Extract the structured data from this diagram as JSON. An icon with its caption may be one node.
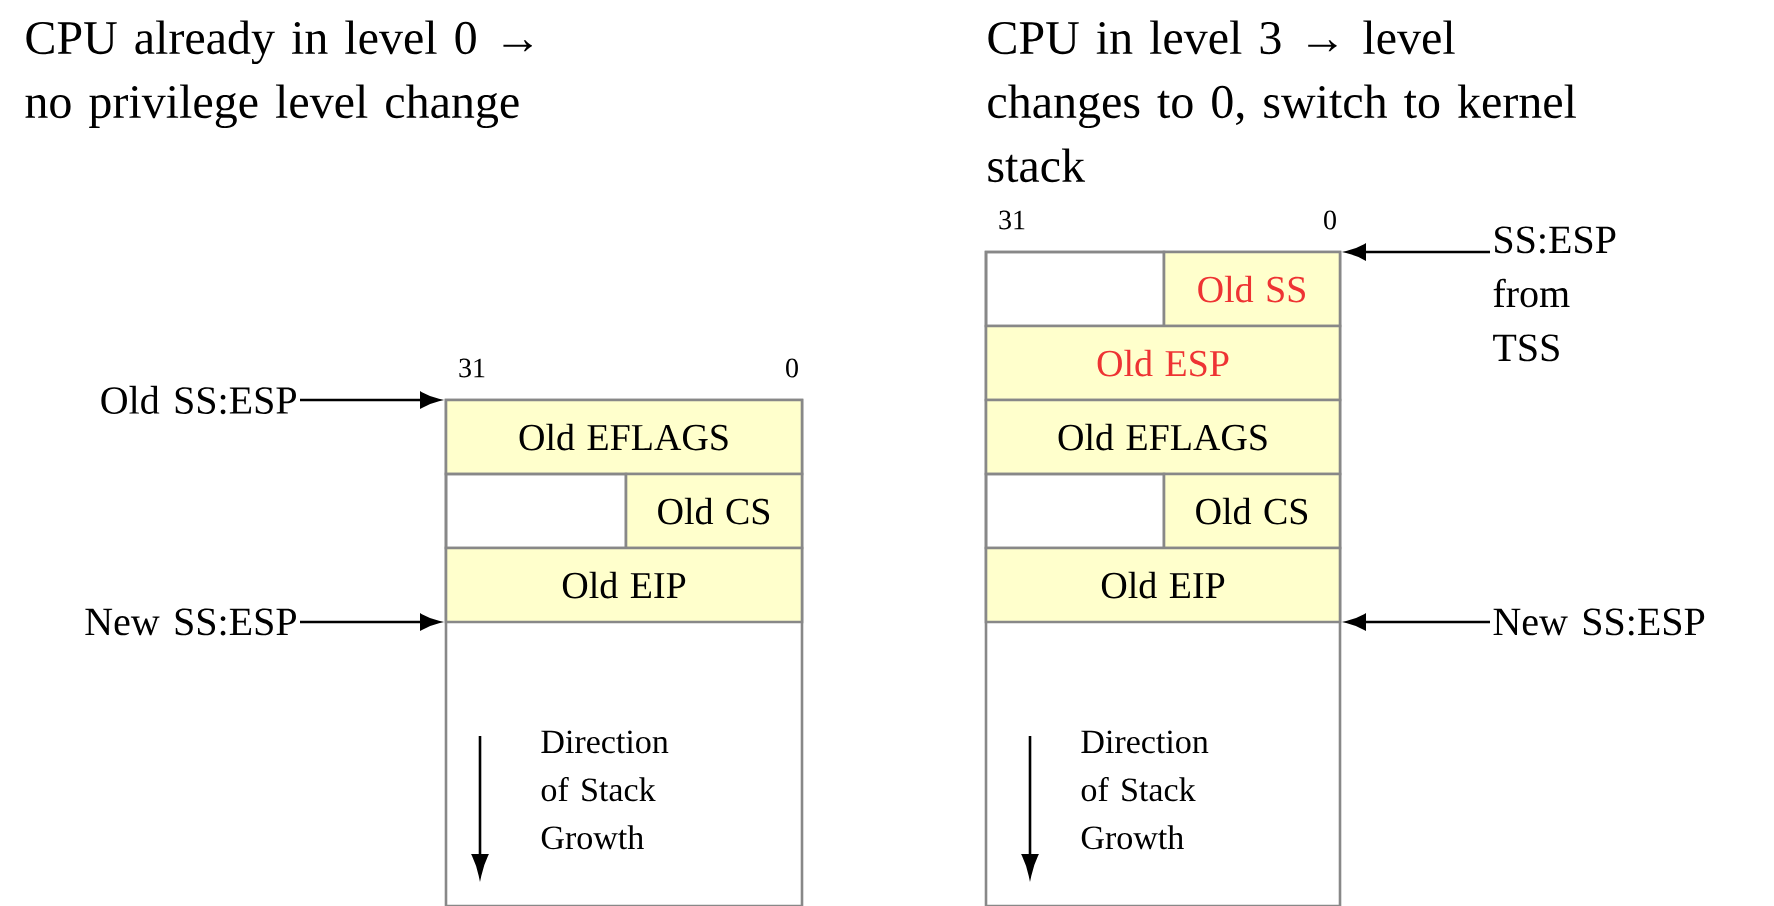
{
  "diagram": {
    "nodes": [
      {
        "text": [],
        "shape": "box",
        "beside": [
          "31",
          "0"
        ]
      },
      {
        "text": [
          "Old EFLAGS"
        ],
        "in": 0
      },
      {
        "text": [],
        "shape": "box",
        "in": 0
      },
      {
        "text": [
          "Old CS"
        ],
        "in": 0
      },
      {
        "text": [
          "Old EIP"
        ],
        "in": 0
      },
      {
        "text": [
          "Old SS:ESP"
        ]
      },
      {
        "text": [
          "New SS:ESP"
        ]
      },
      {
        "text": [],
        "shape": "box",
        "beside": [
          "31",
          "0"
        ]
      },
      {
        "text": [],
        "shape": "box",
        "in": 7
      },
      {
        "text": [
          "Old SS"
        ],
        "in": 7
      },
      {
        "text": [
          "Old ESP"
        ],
        "in": 7
      },
      {
        "text": [
          "Old EFLAGS"
        ],
        "in": 7
      },
      {
        "text": [],
        "shape": "box",
        "in": 7
      },
      {
        "text": [
          "Old CS"
        ],
        "in": 7
      },
      {
        "text": [
          "Old EIP"
        ],
        "in": 7
      },
      {
        "text": [
          "SS:ESP from TSS"
        ]
      },
      {
        "text": [
          "New SS:ESP"
        ]
      }
    ],
    "edges": [
      {
        "from": 5,
        "to": 0,
        "arrow": "to"
      },
      {
        "from": 6,
        "to": 0,
        "arrow": "to"
      },
      {
        "from": 15,
        "to": 7,
        "arrow": "to"
      },
      {
        "from": 16,
        "to": 7,
        "arrow": "to"
      }
    ],
    "labels": [
      "CPU already in level 0 → no privilege level change",
      "CPU in level 3 → level changes to 0, switch to kernel stack",
      "Direction of Stack Growth",
      "Direction of Stack Growth"
    ]
  }
}
